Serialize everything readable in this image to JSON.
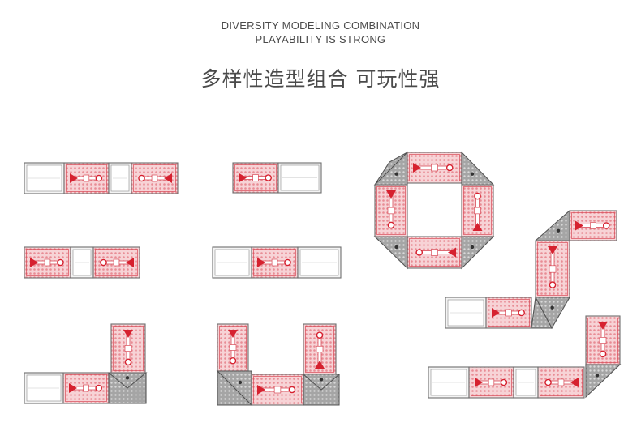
{
  "header": {
    "line1": "DIVERSITY MODELING COMBINATION",
    "line2": "PLAYABILITY IS STRONG",
    "title_cn": "多样性造型组合 可玩性强"
  },
  "colors": {
    "pink_fill": "#f6cfd2",
    "pink_line": "#d84b57",
    "red": "#d6212f",
    "gray_fill": "#9a9a9a",
    "gray_dark": "#555555",
    "outline": "#6e6e6e",
    "frame_fill": "#f4f4f4"
  },
  "illustration": {
    "panel_types": [
      "plain-frame-panel",
      "pink-seat-panel",
      "gray-triangle-connector"
    ],
    "configurations": [
      "straight-4-panel",
      "straight-3-panel",
      "straight-2-panel",
      "straight-3-panel-centered",
      "l-shape",
      "u-shape",
      "octagon-ring",
      "s-shape"
    ]
  }
}
